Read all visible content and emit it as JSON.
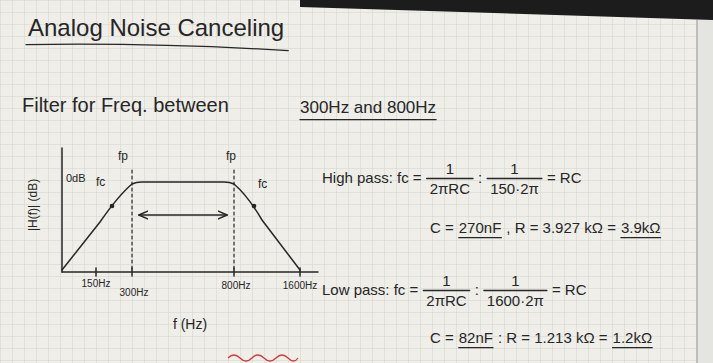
{
  "diagram": {
    "title": "Analog Noise Canceling",
    "labels": [
      "Filter for Freq. between",
      "300Hz and 800Hz",
      "|H(f)| (dB)",
      "0dB",
      "fc",
      "fp",
      "fp",
      "fc",
      "150Hz",
      "300Hz",
      "800Hz",
      "1600Hz",
      "f (Hz)",
      "High pass: fc =",
      "1",
      "2πRC",
      ":",
      "1",
      "150·2π",
      "= RC",
      "C =",
      "270nF",
      ", R = 3.927 kΩ =",
      "3.9kΩ",
      "Low pass: fc =",
      "1",
      "2πRC",
      ":",
      "1",
      "1600·2π",
      "= RC",
      "C =",
      "82nF",
      ": R = 1.213 kΩ =",
      "1.2kΩ"
    ]
  }
}
